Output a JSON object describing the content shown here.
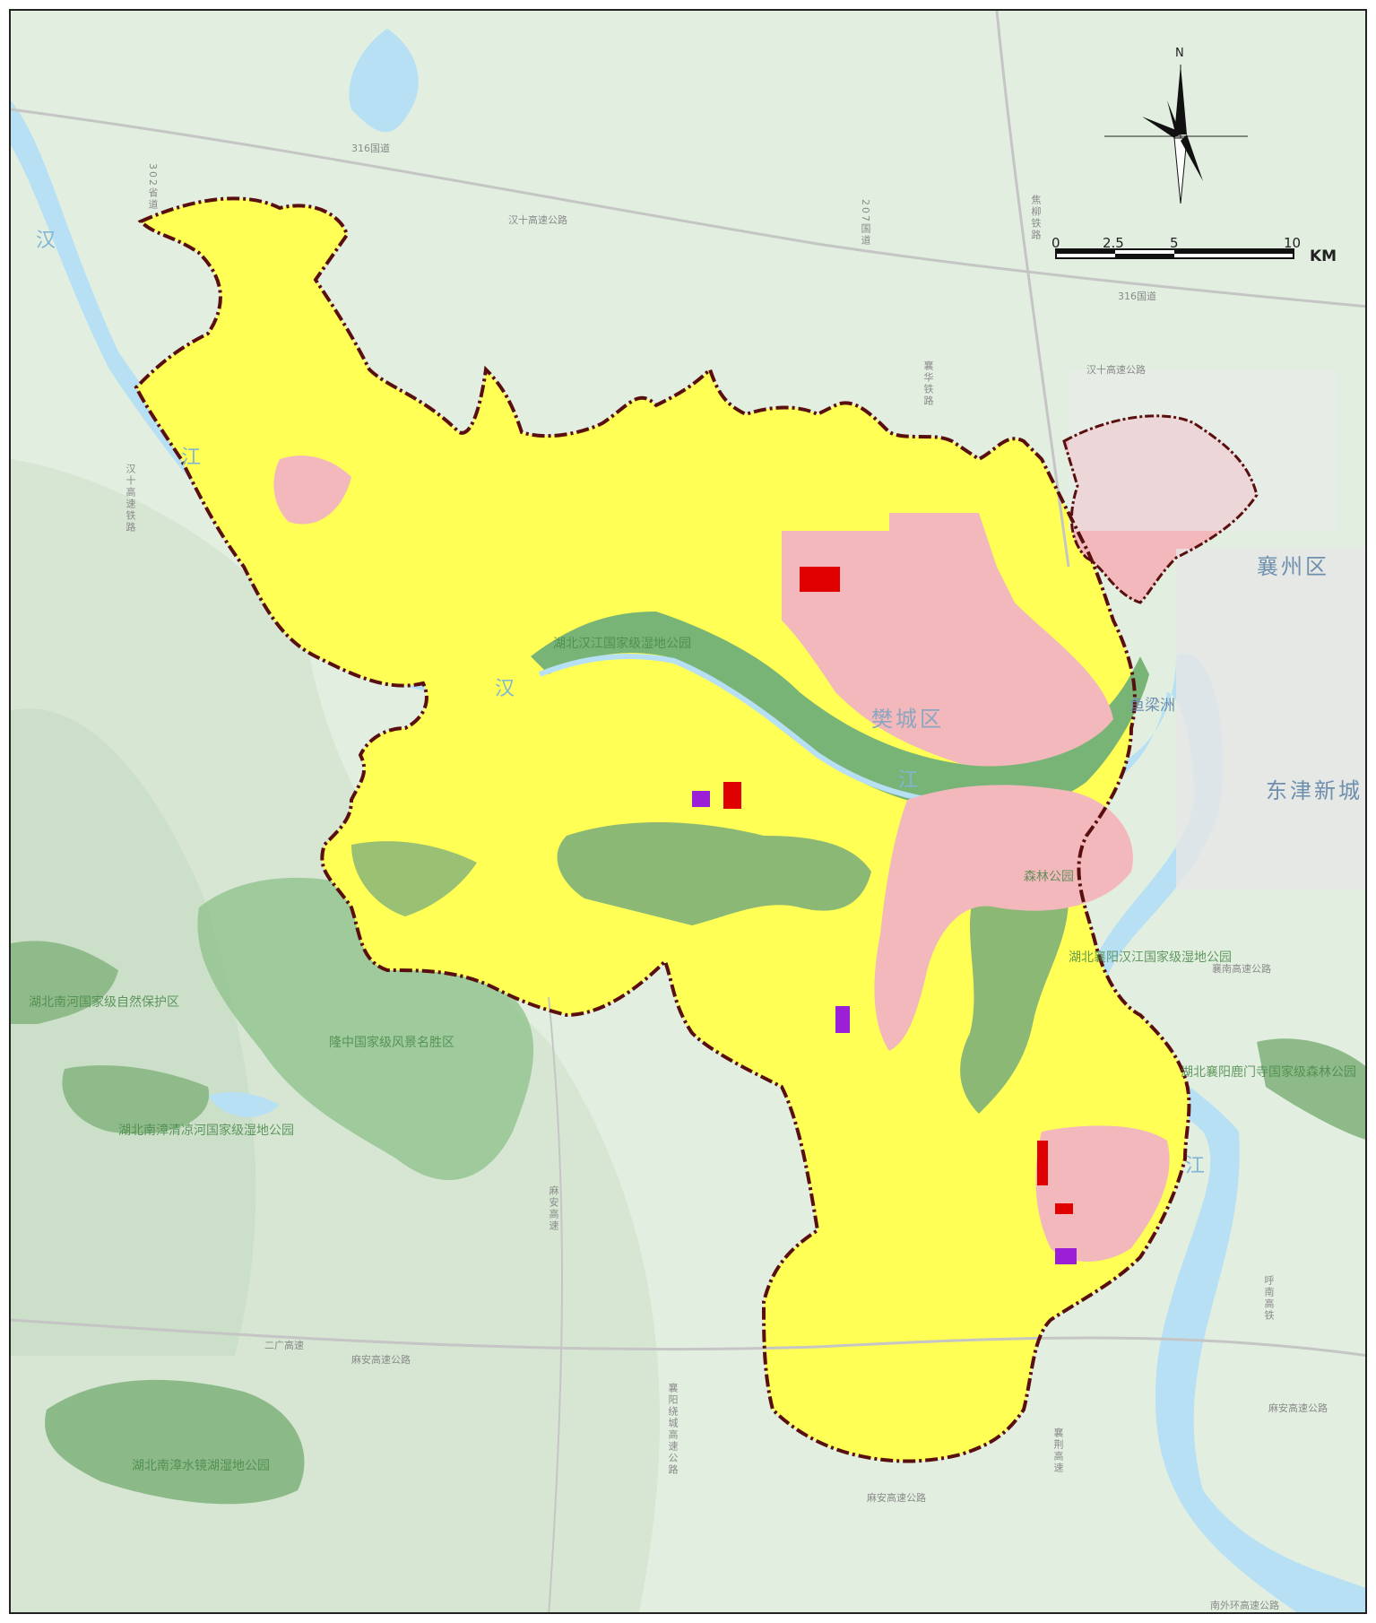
{
  "north": {
    "letter": "N"
  },
  "scale_bar": {
    "ticks": [
      "0",
      "2.5",
      "5",
      "10"
    ],
    "unit": "KM"
  },
  "rivers": {
    "han_1": "汉",
    "han_2": "汉",
    "han_3": "江",
    "jiang_1": "江",
    "jiang_2": "江"
  },
  "districts": {
    "xiangzhou": "襄州区",
    "dongjin": "东津新城",
    "fancheng": "樊城区",
    "yuliangzhou": "鱼梁洲"
  },
  "parks": {
    "hanjiang_wetland": "湖北汉江国家级湿地公园",
    "nanhe_reserve": "湖北南河国家级自然保护区",
    "longzhong": "隆中国家级风景名胜区",
    "zhangqinghe": "湖北南漳清凉河国家级湿地公园",
    "shuijing": "湖北南漳水镜湖湿地公园",
    "lumensi": "湖北襄阳鹿门寺国家级森林公园",
    "xiangyang_wetland": "湖北襄阳汉江国家级湿地公园",
    "forest": "森林公园"
  },
  "roads": {
    "g316_a": "316国道",
    "g316_b": "316国道",
    "hanshi_a": "汉十高速公路",
    "hanshi_b": "汉十高速公路",
    "s302": "302省道",
    "g207": "207国道",
    "jiaoliu": "焦柳铁路",
    "xianghua": "襄华铁路",
    "maan_1": "麻安高速",
    "maan_2": "麻安高速公路",
    "maan_3": "麻安高速公路",
    "maan_4": "麻安高速公路",
    "erguang": "二广高速",
    "huanan": "呼南高铁",
    "nanwaihuan": "南外环高速公路",
    "xiangjing": "襄荆高速",
    "xiangyang_ring": "襄阳绕城高速公路",
    "xiangnan": "襄南高速公路",
    "hanshi_rail": "汉十高速铁路"
  },
  "colors": {
    "background": "#dfeedd",
    "yellow_zone": "#ffff55",
    "urban_pink": "#f3b8bc",
    "boundary": "#5a0f0f",
    "water": "#b7e0f4",
    "park_green": "#7fb07a",
    "red_patch": "#e00000",
    "purple_patch": "#9b1fd6"
  },
  "icons": {
    "north_arrow": "north-arrow-icon",
    "scale": "scale-bar-icon"
  }
}
